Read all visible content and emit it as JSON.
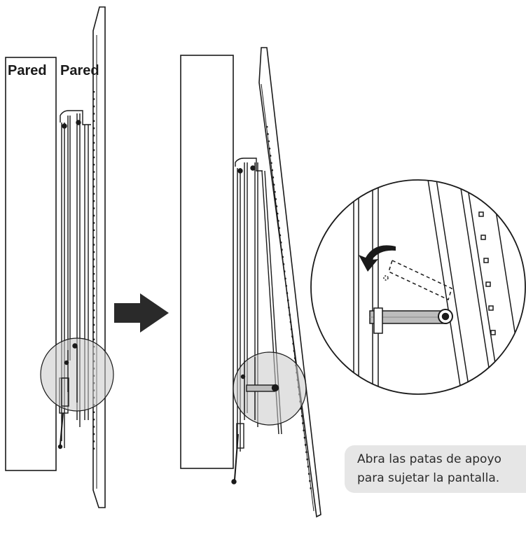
{
  "labels": {
    "wall_left": "Pared",
    "wall_right": "Pared"
  },
  "caption": {
    "line1": "Abra las patas de apoyo",
    "line2": "para sujetar la pantalla."
  },
  "icons": {
    "arrow": "right-arrow-icon",
    "rotate": "curved-arrow-icon"
  },
  "colors": {
    "line": "#1a1a1a",
    "highlight": "#c8c8c8",
    "caption_bg": "#e6e6e6",
    "arrow": "#2a2a2a"
  }
}
